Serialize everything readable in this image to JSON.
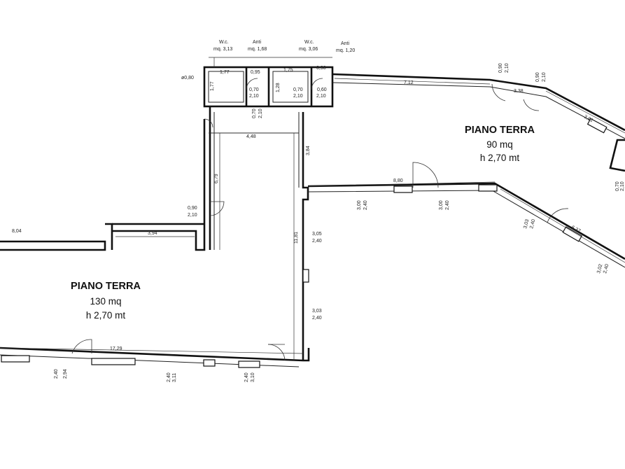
{
  "areas": {
    "left": {
      "name": "PIANO TERRA",
      "area": "130 mq",
      "height": "h 2,70 mt"
    },
    "right": {
      "name": "PIANO TERRA",
      "area": "90 mq",
      "height": "h 2,70 mt"
    }
  },
  "rooms": {
    "wc1": {
      "name": "W.c.",
      "area": "mq. 3,13"
    },
    "anti1": {
      "name": "Anti",
      "area": "mq. 1,68"
    },
    "wc2": {
      "name": "W.c.",
      "area": "mq. 3,06"
    },
    "anti2": {
      "name": "Anti",
      "area": "mq. 1,20"
    }
  },
  "dims": {
    "d_177": "1,77",
    "d_095": "0,95",
    "d_175": "1,75",
    "d_098": "0,98",
    "d_080": "ø0,80",
    "d_177v": "1,77",
    "d_070a": "0,70",
    "d_210a": "2,10",
    "d_070b": "0,70",
    "d_210b": "2,10",
    "d_128": "1,28",
    "d_070c": "0,70",
    "d_210c": "2,10",
    "d_060": "0,60",
    "d_210d": "2,10",
    "d_712": "7,12",
    "d_090a": "0,90",
    "d_210e": "2,10",
    "d_338": "3,38",
    "d_090b": "0,90",
    "d_210f": "2,10",
    "d_381": "3,81",
    "d_448": "4,48",
    "d_384": "3,84",
    "d_679": "6,79",
    "d_880": "8,80",
    "d_300a": "3,00",
    "d_240a": "2,40",
    "d_300b": "3,00",
    "d_240b": "2,40",
    "d_090c": "0,90",
    "d_210g": "2,10",
    "d_804": "8,04",
    "d_394": "3,94",
    "d_1181": "11,81",
    "d_305": "3,05",
    "d_240c": "2,40",
    "d_303a": "3,03",
    "d_240d": "2,40",
    "d_303b": "3,03",
    "d_240e": "2,40",
    "d_637": "6,37",
    "d_302": "3,02",
    "d_240f": "2,40",
    "d_070d": "0,70",
    "d_210h": "2,10",
    "d_1729": "17,29",
    "d_294": "2,94",
    "d_240g": "2,40",
    "d_311": "3,11",
    "d_240h": "2,40",
    "d_310": "3,10",
    "d_240i": "2,40"
  }
}
